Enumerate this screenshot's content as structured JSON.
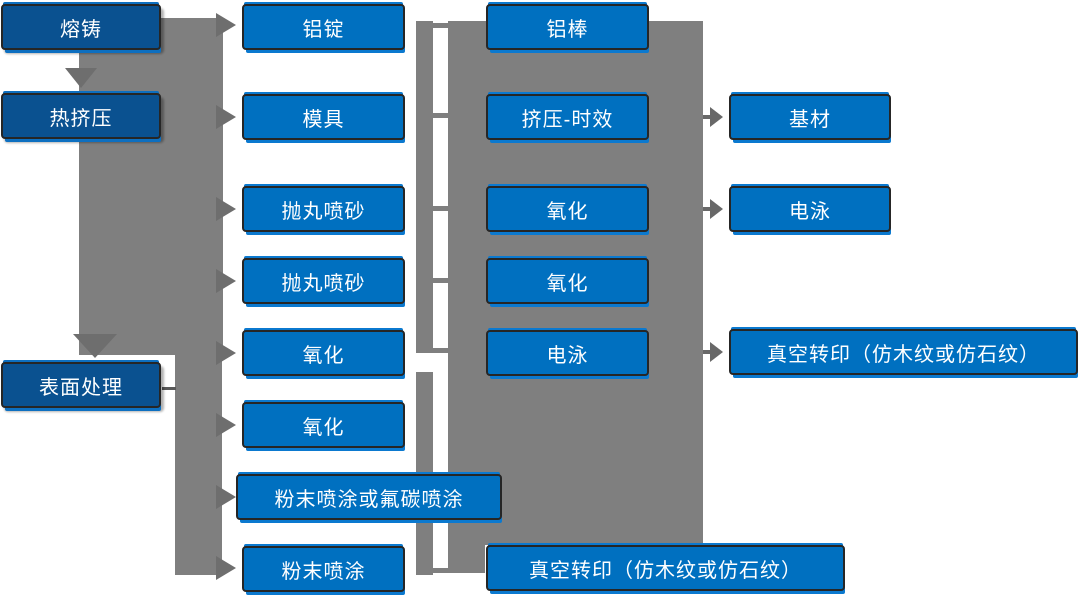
{
  "diagram_type": "flowchart",
  "nodes": {
    "rongzhu": {
      "label": "熔铸"
    },
    "rejiya": {
      "label": "热挤压"
    },
    "biaomianchuli": {
      "label": "表面处理"
    },
    "lvding": {
      "label": "铝锭"
    },
    "muju": {
      "label": "模具"
    },
    "paowanpensha_1": {
      "label": "抛丸喷砂"
    },
    "paowanpensha_2": {
      "label": "抛丸喷砂"
    },
    "yanghua_c2_1": {
      "label": "氧化"
    },
    "yanghua_c2_2": {
      "label": "氧化"
    },
    "fenmo_or_futan": {
      "label": "粉末喷涂或氟碳喷涂"
    },
    "fenmo": {
      "label": "粉末喷涂"
    },
    "lvbang": {
      "label": "铝棒"
    },
    "jiya_shixiao": {
      "label": "挤压-时效"
    },
    "yanghua_c3_1": {
      "label": "氧化"
    },
    "yanghua_c3_2": {
      "label": "氧化"
    },
    "dianyong_c3": {
      "label": "电泳"
    },
    "zhenkong_bottom": {
      "label": "真空转印（仿木纹或仿石纹）"
    },
    "jicai": {
      "label": "基材"
    },
    "dianyong_c4": {
      "label": "电泳"
    },
    "zhenkong_right": {
      "label": "真空转印（仿木纹或仿石纹）"
    }
  },
  "edges": [
    {
      "from": "rongzhu",
      "to": "lvding"
    },
    {
      "from": "rongzhu",
      "to": "rejiya"
    },
    {
      "from": "rejiya",
      "to": "muju"
    },
    {
      "from": "rejiya",
      "to": "paowanpensha_1"
    },
    {
      "from": "rejiya",
      "to": "paowanpensha_2"
    },
    {
      "from": "rejiya",
      "to": "yanghua_c2_1"
    },
    {
      "from": "rejiya",
      "to": "biaomianchuli"
    },
    {
      "from": "biaomianchuli",
      "to": "yanghua_c2_2"
    },
    {
      "from": "biaomianchuli",
      "to": "fenmo_or_futan"
    },
    {
      "from": "biaomianchuli",
      "to": "fenmo"
    },
    {
      "from": "jiya_shixiao",
      "to": "jicai"
    },
    {
      "from": "yanghua_c3_1",
      "to": "dianyong_c4"
    },
    {
      "from": "dianyong_c3",
      "to": "zhenkong_right"
    },
    {
      "from": "fenmo",
      "to": "zhenkong_bottom"
    }
  ],
  "colors": {
    "node_fill_bright": "#0070C0",
    "node_fill_dark": "#0A5190",
    "node_border": "#262626",
    "node_accent": "#0B79CF",
    "connector_gray": "#7F7F7F",
    "arrowhead_gray": "#6E6E6E",
    "stub_dark_gray": "#595959",
    "text": "#FFFFFF",
    "background": "#FFFFFF"
  }
}
